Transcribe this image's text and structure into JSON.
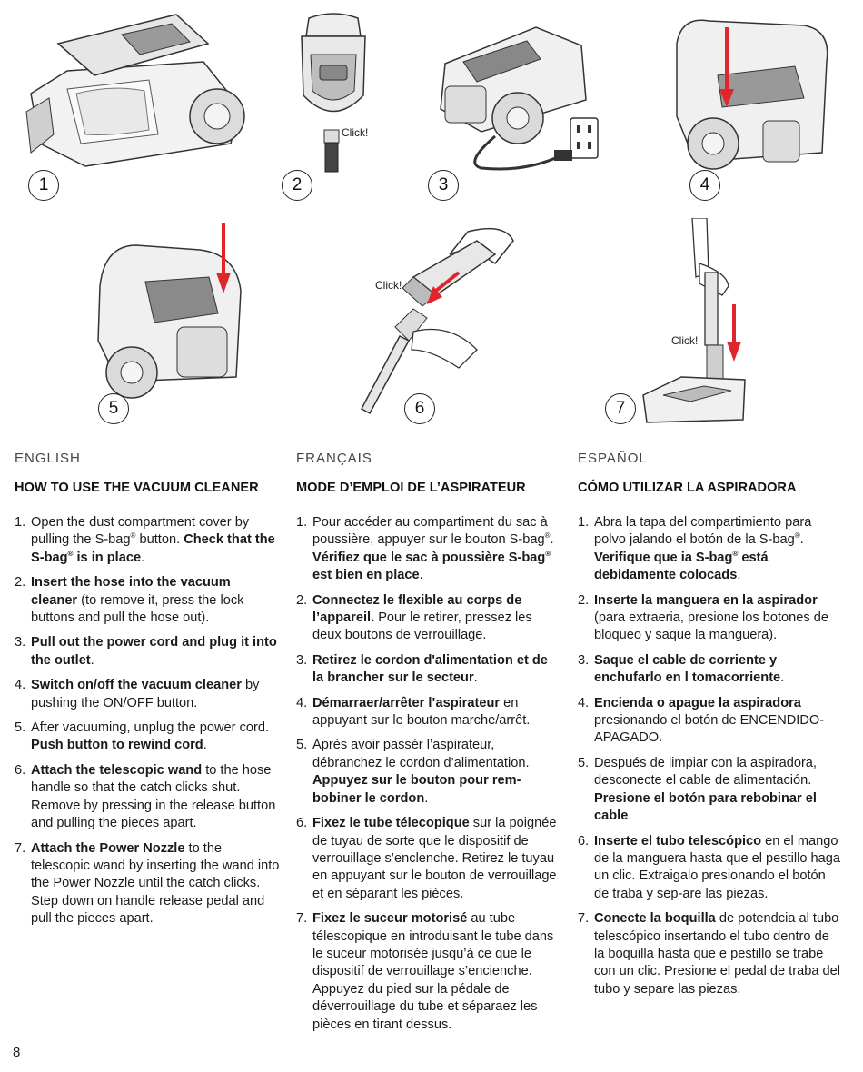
{
  "figures": {
    "step_numbers": [
      "1",
      "2",
      "3",
      "4",
      "5",
      "6",
      "7"
    ],
    "click_label": "Click!"
  },
  "english": {
    "language": "ENGLISH",
    "heading": "HOW TO USE THE VACUUM CLEANER",
    "steps": [
      {
        "n": "1.",
        "a": "Open the dust compartment cover by pulling the S-bag",
        "a_sup": "®",
        "a_rest": " button. ",
        "b": "Check that the S-bag",
        "b_sup": "®",
        "b_rest": " is in place",
        "c": "."
      },
      {
        "n": "2.",
        "b": "Insert the hose into the vacuum cleaner",
        "c": " (to remove it, press the lock buttons and pull the hose out)."
      },
      {
        "n": "3.",
        "b": "Pull out the power cord and plug it into the outlet",
        "c": "."
      },
      {
        "n": "4.",
        "b": "Switch on/off the vacuum cleaner",
        "c": " by pushing the ON/OFF button."
      },
      {
        "n": "5.",
        "a": "After vacuuming, unplug the power cord. ",
        "b": "Push button to rewind cord",
        "c": "."
      },
      {
        "n": "6.",
        "b": "Attach the telescopic wand",
        "c": " to the hose handle so that the catch clicks shut. Remove by pressing in the release button and pulling the pieces apart."
      },
      {
        "n": "7.",
        "b": "Attach the Power Nozzle",
        "c": " to the telescopic wand by inserting the wand into the Power Nozzle until the catch clicks. Step down on handle release pedal and pull the pieces apart."
      }
    ]
  },
  "french": {
    "language": "FRANÇAIS",
    "heading": "MODE D’EMPLOI DE L’ASPIRATEUR",
    "steps": [
      {
        "n": "1.",
        "a": "Pour accéder au compartiment du sac à poussière, appuyer sur le bouton S-bag",
        "a_sup": "®",
        "a_rest": ". ",
        "b": "Vérifiez que le sac à poussière S-bag",
        "b_sup": "®",
        "b_rest": " est bien en place",
        "c": "."
      },
      {
        "n": "2.",
        "b": "Connectez le flexible au corps de l’appareil.",
        "c": " Pour le retirer, pressez les deux boutons de verrouillage."
      },
      {
        "n": "3.",
        "b": "Retirez le cordon d'alimentation et de la brancher sur le secteur",
        "c": "."
      },
      {
        "n": "4.",
        "b": "Démarraer/arrêter l’aspirateur",
        "c": " en appuyant sur le bouton marche/arrêt."
      },
      {
        "n": "5.",
        "a": "Après avoir passér l’aspirateur, débranchez le cordon d’alimentation. ",
        "b": "Appuyez sur le bouton pour rem-bobiner le cordon",
        "c": "."
      },
      {
        "n": "6.",
        "b": "Fixez le tube télecopique",
        "c": " sur la poignée de tuyau de sorte que le dispositif de verrouillage s’enclenche. Retirez le tuyau en appuyant sur le bouton de verrouillage et en séparant les pièces."
      },
      {
        "n": "7.",
        "b": "Fixez le suceur motorisé",
        "c": " au tube télescopique en introduisant le tube dans le suceur motorisée jusqu’à ce que le dispositif de verrouillage s’encienche. Appuyez du pied sur la pédale de déverrouillage du tube et séparaez les pièces en tirant dessus."
      }
    ]
  },
  "spanish": {
    "language": "ESPAÑOL",
    "heading": "CÓMO UTILIZAR LA ASPIRADORA",
    "steps": [
      {
        "n": "1.",
        "a": "Abra la tapa del compartimiento para polvo jalando el botón de la S-bag",
        "a_sup": "®",
        "a_rest": ". ",
        "b": "Verifique que ia S-bag",
        "b_sup": "®",
        "b_rest": " está debidamente colocads",
        "c": "."
      },
      {
        "n": "2.",
        "b": "Inserte la manguera en la aspirador",
        "c": " (para extraeria, presione los botones de bloqueo y saque la manguera)."
      },
      {
        "n": "3.",
        "b": "Saque el cable de corriente y enchufarlo en l tomacorriente",
        "c": "."
      },
      {
        "n": "4.",
        "b": "Encienda o apague la aspiradora",
        "c": " presionando el botón de ENCENDIDO-APAGADO."
      },
      {
        "n": "5.",
        "a": "Después de limpiar con la aspiradora, desconecte el cable de alimentación. ",
        "b": "Presione el botón para rebobinar el cable",
        "c": "."
      },
      {
        "n": "6.",
        "b": "Inserte el tubo telescópico",
        "c": " en el mango de la manguera hasta que el pestillo haga un clic. Extraigalo presionando el botón de traba y sep-are las piezas."
      },
      {
        "n": "7.",
        "b": "Conecte la boquilla",
        "c": " de potendcia al tubo telescópico insertando el tubo dentro de la boquilla hasta que e pestillo se trabe con un clic. Presione el pedal de traba del tubo y separe las piezas."
      }
    ]
  },
  "page_number": "8",
  "colors": {
    "arrow": "#e0262d",
    "line": "#333333",
    "fill": "#efefef",
    "dark": "#6a6a6a"
  }
}
